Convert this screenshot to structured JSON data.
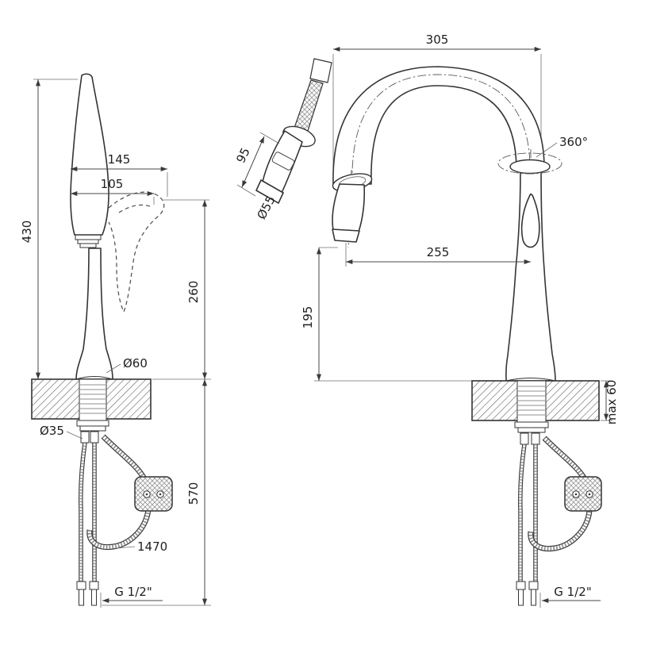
{
  "canvas": {
    "background": "#ffffff",
    "ink": "#3a3a3a"
  },
  "side_view": {
    "dims": {
      "total_height": "430",
      "spout_width_max": "145",
      "spout_width": "105",
      "outlet_to_deck": "260",
      "base_diameter": "Ø60",
      "mounting_hole": "Ø35",
      "below_deck": "570",
      "hose_length": "1470",
      "thread": "G 1/2\""
    }
  },
  "front_view": {
    "dims": {
      "overall_width": "305",
      "sprayer_length": "95",
      "sprayer_diameter": "Ø55",
      "swivel_angle": "360°",
      "reach": "255",
      "outlet_height": "195",
      "deck_thickness": "max 60",
      "thread": "G 1/2\""
    }
  }
}
